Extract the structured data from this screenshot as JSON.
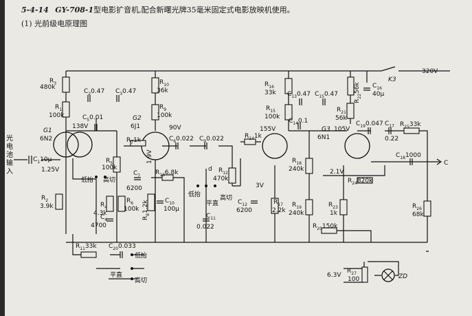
{
  "header": {
    "figure_no": "5-4-14",
    "model": "GY-708-1",
    "description": "型电影扩音机,配合新曙光牌35毫米固定式电影放映机使用。"
  },
  "subtitle": "(1) 光前级电原理图",
  "input_label": "光电池输入",
  "tubes": [
    {
      "ref": "G1",
      "type": "6N2"
    },
    {
      "ref": "G2",
      "type": "6J1"
    },
    {
      "ref": "G3",
      "type": "6N1"
    }
  ],
  "resistors": {
    "R3": "480k",
    "R1": "100k",
    "R2": "3.9k",
    "R5": "100k",
    "R4": "4.3k",
    "R6": "100k",
    "R7": "1k",
    "R8": "1.2k",
    "R9": "100k",
    "R10": "36k",
    "R11": "33k",
    "R12": "470k",
    "R13": "6.8k",
    "R14": "1k",
    "R15": "100k",
    "R16": "33k",
    "R17": "2.2k",
    "R18": "240k",
    "R19": "240k",
    "R20": "150k",
    "R21": "56k",
    "R22": "56k",
    "R23": "1k",
    "R24": "820k",
    "R25": "33k",
    "R26": "68k",
    "R27": "100"
  },
  "capacitors": {
    "C1": "10μ",
    "C2": "0.47",
    "C3": "0.47",
    "C4": "4700",
    "C5": "0.01",
    "C6": "0.022",
    "C7": "6200",
    "C8": "0.022",
    "C9": "0.022",
    "C10": "100μ",
    "C11": "0.022",
    "C12": "6200",
    "C13": "0.47",
    "C14": "0.1",
    "C15": "0.47",
    "C16": "40μ",
    "C17": "0.22",
    "C18": "1000",
    "C19": "0.047",
    "C20": "0.033"
  },
  "voltages": {
    "g1_plate": "138V",
    "g1_cathode": "1.25V",
    "g2_plate": "90V",
    "g2_screen": "1.9V",
    "g3a_plate": "155V",
    "g3b_plate": "105V",
    "g3_cathode": "2.1V",
    "node_3v": "3V",
    "supply": "320V",
    "heater": "6.3V"
  },
  "switch_labels": {
    "low_boost": "低抬",
    "high_cut": "高切",
    "flat": "平直"
  },
  "misc": {
    "k3": "K3",
    "node_d": "d",
    "output": "C",
    "lamp": "ZD",
    "r_sign": "R"
  }
}
